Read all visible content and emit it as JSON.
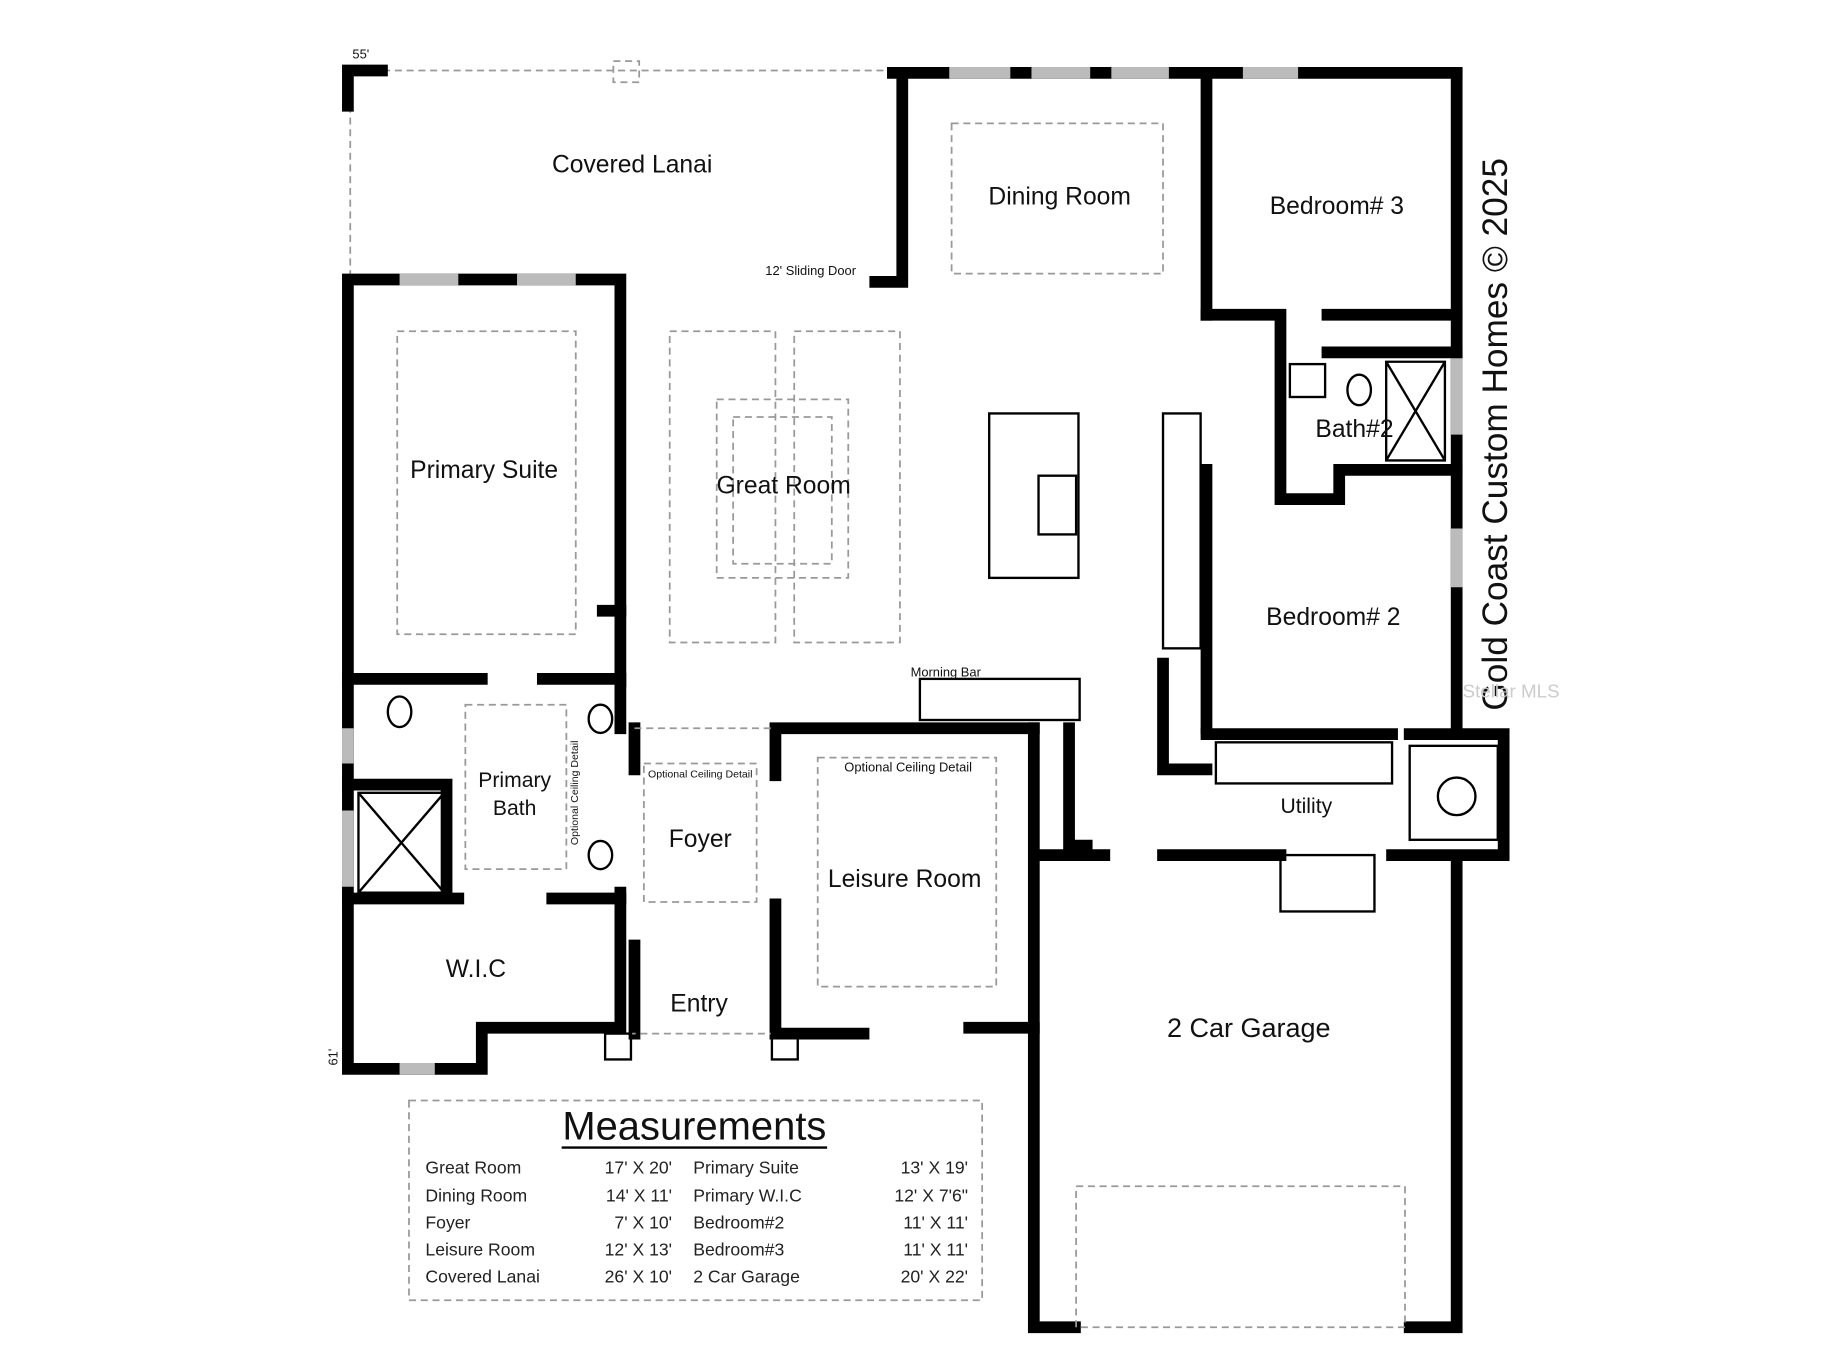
{
  "rooms": {
    "covered_lanai": "Covered Lanai",
    "sliding_door": "12' Sliding Door",
    "dining_room": "Dining Room",
    "bedroom3": "Bedroom# 3",
    "primary_suite": "Primary Suite",
    "great_room": "Great Room",
    "bath2": "Bath#2",
    "bedroom2": "Bedroom# 2",
    "morning_bar": "Morning Bar",
    "primary_bath_line1": "Primary",
    "primary_bath_line2": "Bath",
    "optional_ceiling_vertical": "Optional Ceiling Detail",
    "foyer_ceiling": "Optional Ceiling Detail",
    "foyer": "Foyer",
    "leisure_ceiling": "Optional Ceiling Detail",
    "leisure_room": "Leisure Room",
    "utility": "Utility",
    "wic": "W.I.C",
    "entry": "Entry",
    "garage": "2  Car Garage"
  },
  "dimension_marks": {
    "top": "55'",
    "bottom": "61'"
  },
  "measurements": {
    "title": "Measurements",
    "left": [
      {
        "room": "Great Room",
        "dims": "17' X 20'"
      },
      {
        "room": "Dining Room",
        "dims": "14' X 11'"
      },
      {
        "room": "Foyer",
        "dims": "7' X 10'"
      },
      {
        "room": "Leisure Room",
        "dims": "12' X 13'"
      },
      {
        "room": "Covered Lanai",
        "dims": "26' X 10'"
      }
    ],
    "right": [
      {
        "room": "Primary Suite",
        "dims": "13' X  19'"
      },
      {
        "room": "Primary W.I.C",
        "dims": "12' X 7'6\""
      },
      {
        "room": "Bedroom#2",
        "dims": "11' X 11'"
      },
      {
        "room": "Bedroom#3",
        "dims": "11' X 11'"
      },
      {
        "room": "2 Car Garage",
        "dims": "20' X 22'"
      }
    ]
  },
  "brand": "Gold Coast Custom Homes © 2025",
  "watermark": "Stellar MLS"
}
